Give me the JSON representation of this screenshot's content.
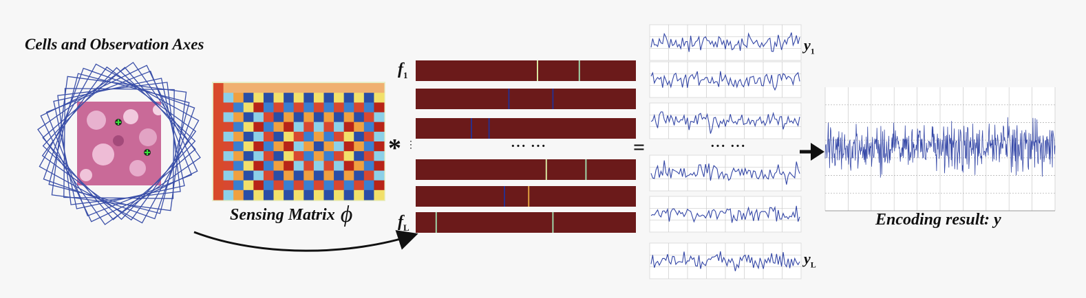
{
  "labels": {
    "cells_title": "Cells and Observation Axes",
    "sensing_title": "Sensing Matrix",
    "sensing_symbol": "ϕ",
    "encoding_title": "Encoding result: y",
    "f_letter": "f",
    "f1_sub": "1",
    "fL_sub": "L",
    "y_letter": "y",
    "y1_sub": "1",
    "yL_sub": "L",
    "f_ellipsis": "··· ···",
    "y_ellipsis": "··· ···",
    "convolve": "*",
    "convolve_dots": "⋮",
    "equals": "="
  },
  "colors": {
    "background": "#f7f7f7",
    "axes_line": "#3a4fa8",
    "filter_bar": "#6b1a1a",
    "signal_line": "#3346a6",
    "grid": "#c9c9c9",
    "arrow": "#111111",
    "tissue": "#c96a98"
  },
  "filter_bars": [
    {
      "stripes": [
        {
          "at": 0.55,
          "color": "#d8e6a0"
        },
        {
          "at": 0.74,
          "color": "#9fd5a8"
        }
      ]
    },
    {
      "stripes": [
        {
          "at": 0.42,
          "color": "#2a2f8a"
        },
        {
          "at": 0.62,
          "color": "#2a2f8a"
        }
      ]
    },
    {
      "stripes": [
        {
          "at": 0.25,
          "color": "#2a2f8a"
        },
        {
          "at": 0.33,
          "color": "#2a2f8a"
        }
      ]
    },
    {
      "stripes": [
        {
          "at": 0.59,
          "color": "#d8e6a0"
        },
        {
          "at": 0.77,
          "color": "#9fd5a8"
        }
      ]
    },
    {
      "stripes": [
        {
          "at": 0.4,
          "color": "#2a2f8a"
        },
        {
          "at": 0.51,
          "color": "#e0a040"
        }
      ]
    },
    {
      "stripes": [
        {
          "at": 0.09,
          "color": "#9fd5a8"
        },
        {
          "at": 0.62,
          "color": "#9fd5a8"
        }
      ]
    }
  ]
}
